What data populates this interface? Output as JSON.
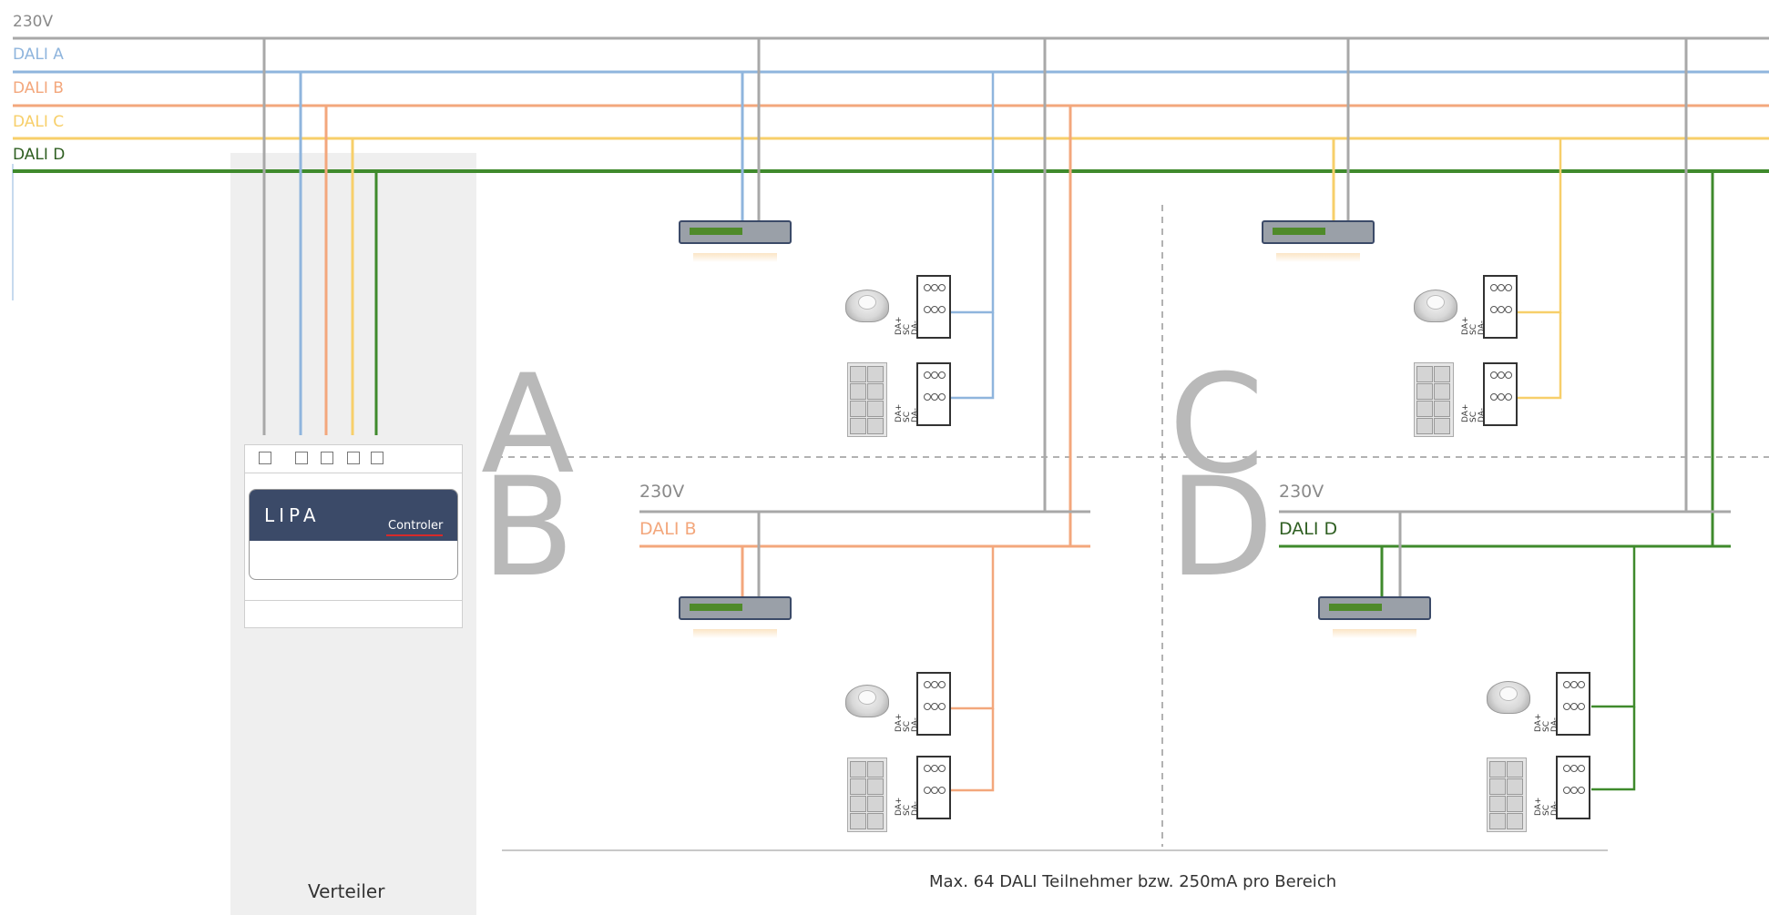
{
  "colors": {
    "v230": "#a8a8a8",
    "dali_a": "#8fb5dd",
    "dali_b": "#f3a77c",
    "dali_c": "#f7cf6a",
    "dali_d": "#3f8a2c",
    "controller_body": "#3b4a68",
    "zone_letter": "#b9b9b9",
    "verteiler_bg": "#efefef"
  },
  "buses": {
    "v230": "230V",
    "dali_a": "DALI A",
    "dali_b": "DALI B",
    "dali_c": "DALI C",
    "dali_d": "DALI D"
  },
  "zones": {
    "a": "A",
    "b": "B",
    "c": "C",
    "d": "D"
  },
  "sub_bus_b": {
    "v230": "230V",
    "dali": "DALI B"
  },
  "sub_bus_d": {
    "v230": "230V",
    "dali": "DALI D"
  },
  "controller": {
    "brand": "LIPA",
    "label": "Controler"
  },
  "terminal_labels": [
    "DA+",
    "SC",
    "DA-"
  ],
  "verteiler_label": "Verteiler",
  "footer_note": "Max. 64 DALI Teilnehmer bzw. 250mA pro Bereich",
  "icons": {
    "luminaire": "ceiling-luminaire-icon",
    "sensor": "presence-sensor-icon",
    "pushbutton": "pushbutton-icon",
    "terminal": "terminal-block-icon"
  }
}
